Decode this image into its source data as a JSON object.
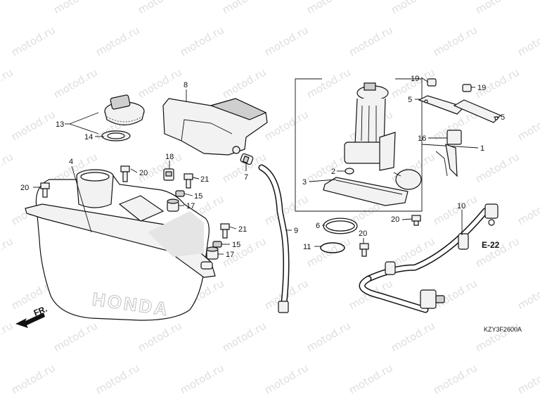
{
  "watermark": "motod.ru",
  "diagram_code": "KZY3F2600A",
  "front_label": "FR.",
  "reference_label": "E-22",
  "brand_marking": "HONDA",
  "callouts": [
    {
      "id": "c13",
      "text": "13"
    },
    {
      "id": "c14",
      "text": "14"
    },
    {
      "id": "c8",
      "text": "8"
    },
    {
      "id": "c4",
      "text": "4"
    },
    {
      "id": "c18",
      "text": "18"
    },
    {
      "id": "c20a",
      "text": "20"
    },
    {
      "id": "c20b",
      "text": "20"
    },
    {
      "id": "c21a",
      "text": "21"
    },
    {
      "id": "c15a",
      "text": "15"
    },
    {
      "id": "c17a",
      "text": "17"
    },
    {
      "id": "c7",
      "text": "7"
    },
    {
      "id": "c9",
      "text": "9"
    },
    {
      "id": "c21b",
      "text": "21"
    },
    {
      "id": "c15b",
      "text": "15"
    },
    {
      "id": "c17b",
      "text": "17"
    },
    {
      "id": "c6",
      "text": "6"
    },
    {
      "id": "c11",
      "text": "11"
    },
    {
      "id": "c20c",
      "text": "20"
    },
    {
      "id": "c2",
      "text": "2"
    },
    {
      "id": "c3",
      "text": "3"
    },
    {
      "id": "c19a",
      "text": "19"
    },
    {
      "id": "c19b",
      "text": "19"
    },
    {
      "id": "c5a",
      "text": "5"
    },
    {
      "id": "c5b",
      "text": "5"
    },
    {
      "id": "c16",
      "text": "16"
    },
    {
      "id": "c1",
      "text": "1"
    },
    {
      "id": "c10",
      "text": "10"
    },
    {
      "id": "c20d",
      "text": "20"
    }
  ]
}
